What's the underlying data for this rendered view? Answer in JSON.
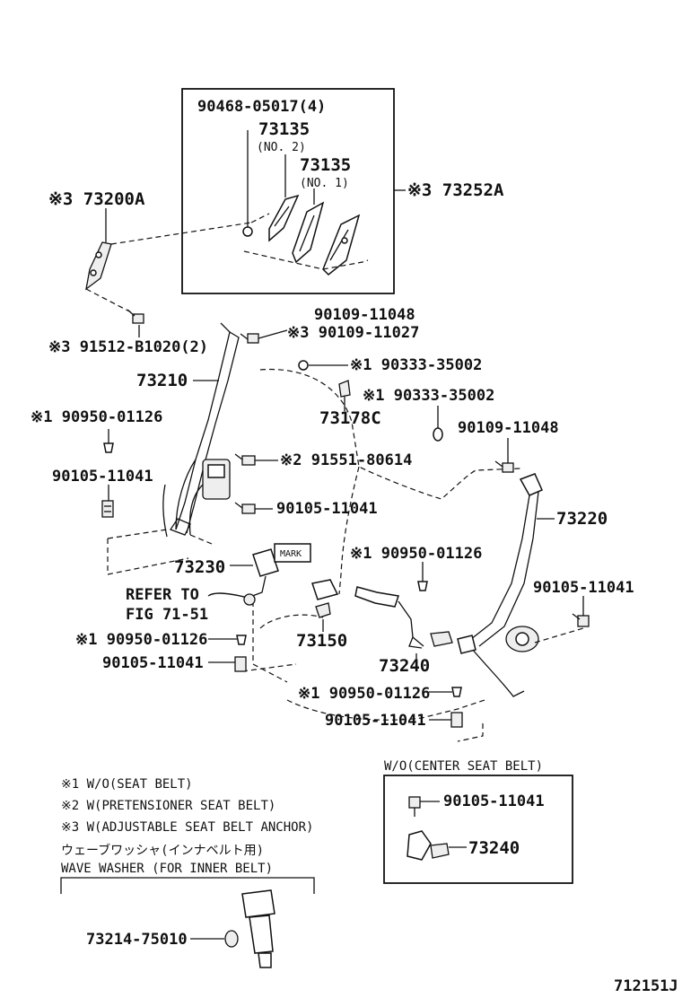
{
  "labels": {
    "p1": "90468-05017(4)",
    "p2": "73135",
    "p3": "(NO. 2)",
    "p4": "73135",
    "p5": "(NO. 1)",
    "p6": "※3 73252A",
    "p7": "※3 73200A",
    "p8": "90109-11048",
    "p9": "※3 90109-11027",
    "p10": "※3 91512-B1020(2)",
    "p11": "73210",
    "p12": "※1 90333-35002",
    "p13": "73178C",
    "p14": "※1 90333-35002",
    "p15": "※1 90950-01126",
    "p16": "90109-11048",
    "p17": "90105-11041",
    "p18": "※2 91551-80614",
    "p19": "90105-11041",
    "p20": "73220",
    "p21": "MARK",
    "p22": "73230",
    "p23": "※1 90950-01126",
    "p24": "REFER TO",
    "p25": "FIG 71-51",
    "p26": "90105-11041",
    "p27": "※1 90950-01126",
    "p28": "73150",
    "p29": "90105-11041",
    "p30": "73240",
    "p31": "※1 90950-01126",
    "p32": "90105-11041",
    "p33": "90105-11041",
    "p34": "73240",
    "p35": "73214-75010",
    "p36": "712151J"
  },
  "notes": {
    "n1": "※1 W/O(SEAT BELT)",
    "n2": "※2 W(PRETENSIONER SEAT BELT)",
    "n3": "※3 W(ADJUSTABLE SEAT BELT ANCHOR)",
    "n4": "ウェーブワッシャ(インナベルト用)",
    "n5": "WAVE WASHER (FOR INNER BELT)",
    "n6": "W/O(CENTER SEAT BELT)"
  }
}
